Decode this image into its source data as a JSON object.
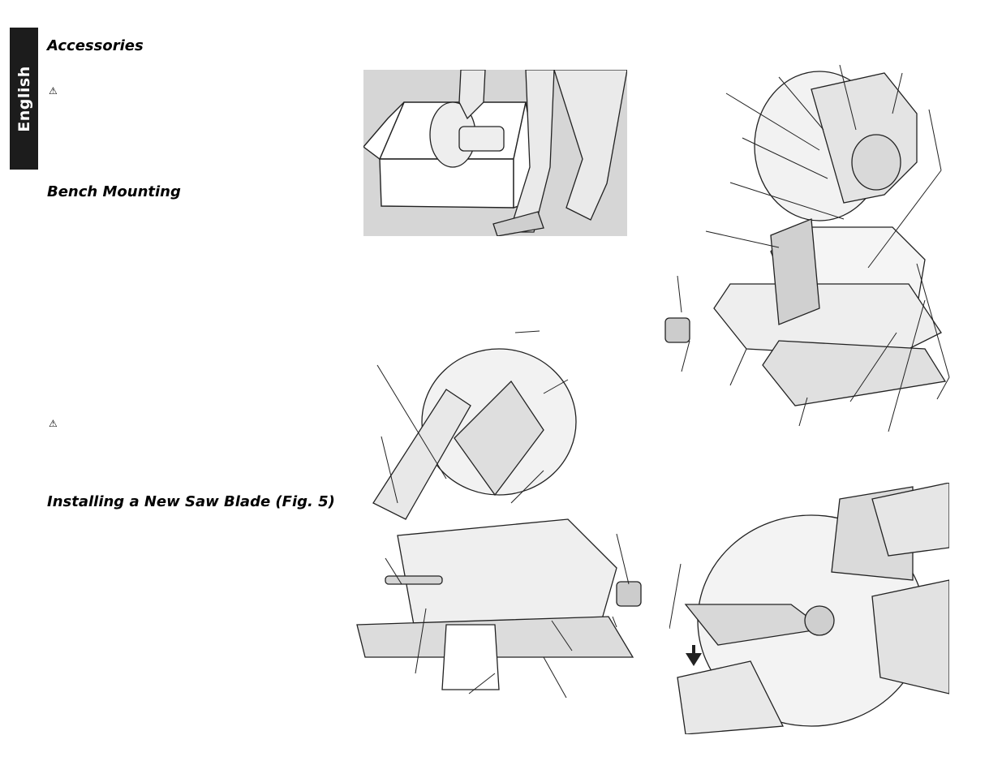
{
  "language_tab": "English",
  "sections": {
    "accessories": "Accessories",
    "bench_mounting": "Bench Mounting",
    "installing_blade": "Installing a New Saw Blade (Fig. 5)"
  },
  "warning_symbol": "⚠",
  "icons": [
    "warning-triangle-icon"
  ]
}
